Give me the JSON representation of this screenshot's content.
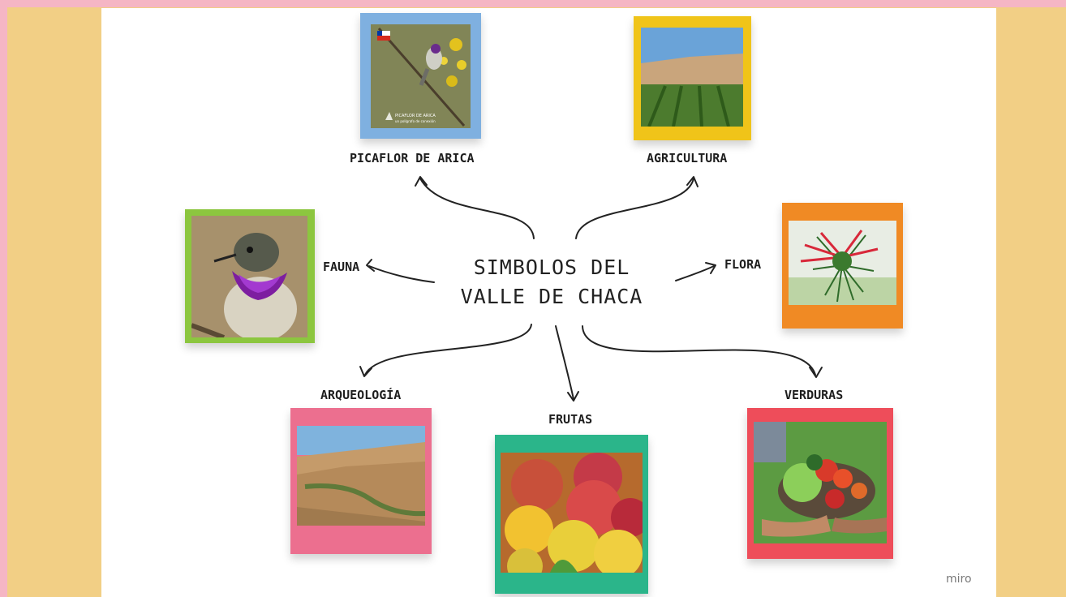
{
  "title_lines": [
    "SIMBOLOS DEL",
    "VALLE DE CHACA"
  ],
  "labels": {
    "picaflor": "PICAFLOR DE ARICA",
    "agricultura": "AGRICULTURA",
    "fauna": "FAUNA",
    "flora": "FLORA",
    "arqueologia": "ARQUEOLOGÍA",
    "frutas": "FRUTAS",
    "verduras": "VERDURAS"
  },
  "photo_caption": [
    "PICAFLOR DE ARICA",
    "un polígrafo de conexión"
  ],
  "watermark": "miro",
  "colors": {
    "picaflor_frame": "#7fb0e0",
    "agricultura_frame": "#f0c419",
    "fauna_frame": "#8cc63f",
    "flora_frame": "#f08a24",
    "arqueologia_frame": "#ec6f8f",
    "frutas_frame": "#2bb58a",
    "verduras_frame": "#ee4d5a"
  },
  "icons": [
    "chile-flag-icon",
    "hummingbird-logo-icon"
  ]
}
